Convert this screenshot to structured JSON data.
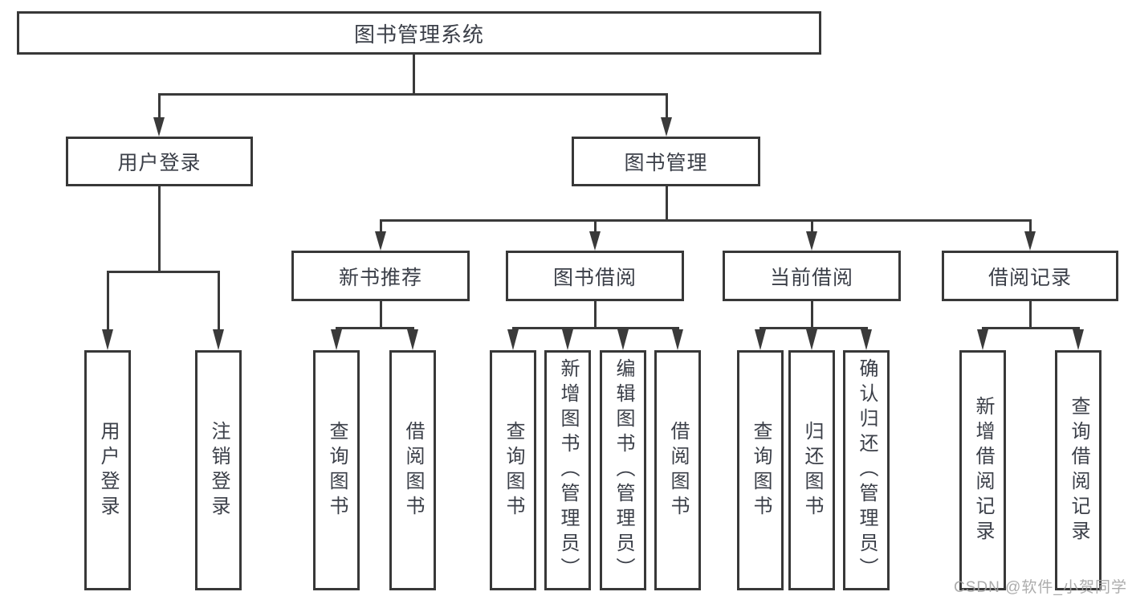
{
  "diagram": {
    "tree": {
      "label": "图书管理系统",
      "children": [
        {
          "label": "用户登录",
          "children": [
            {
              "label": "用户登录"
            },
            {
              "label": "注销登录"
            }
          ]
        },
        {
          "label": "图书管理",
          "children": [
            {
              "label": "新书推荐",
              "children": [
                {
                  "label": "查询图书"
                },
                {
                  "label": "借阅图书"
                }
              ]
            },
            {
              "label": "图书借阅",
              "children": [
                {
                  "label": "查询图书"
                },
                {
                  "label": "新增图书（管理员）"
                },
                {
                  "label": "编辑图书（管理员）"
                },
                {
                  "label": "借阅图书"
                }
              ]
            },
            {
              "label": "当前借阅",
              "children": [
                {
                  "label": "查询图书"
                },
                {
                  "label": "归还图书"
                },
                {
                  "label": "确认归还（管理员）"
                }
              ]
            },
            {
              "label": "借阅记录",
              "children": [
                {
                  "label": "新增借阅记录"
                },
                {
                  "label": "查询借阅记录"
                }
              ]
            }
          ]
        }
      ]
    },
    "colors": {
      "line": "#3a3a3a",
      "text": "#3b3f48",
      "box_background": "#ffffff",
      "watermark": "#a3a3a3"
    },
    "watermark": {
      "label": "CSDN @软件_小贺同学"
    }
  }
}
